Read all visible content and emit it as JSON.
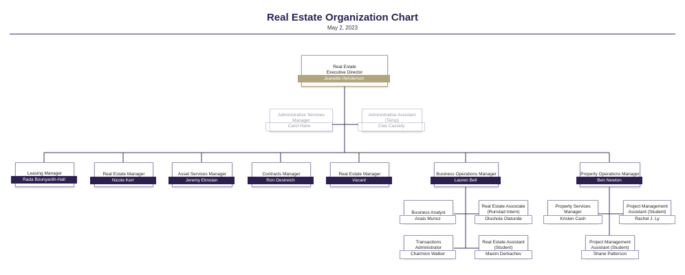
{
  "header": {
    "title": "Real Estate Organization Chart",
    "date": "May 2, 2023"
  },
  "colors": {
    "accent": "#2d1f52",
    "gold": "#b2a47b",
    "line": "#3a2f66"
  },
  "executive": {
    "title_line1": "Real Estate",
    "title_line2": "Executive Director",
    "name": "Jeanette Henderson"
  },
  "assistants": [
    {
      "title_line1": "Administrative Services",
      "title_line2": "Manager",
      "name": "Carol Haire"
    },
    {
      "title_line1": "Administrative Assistant",
      "title_line2": "(Temp)",
      "name": "Clair Cassidy"
    }
  ],
  "managers": [
    {
      "title": "Leasing Manager",
      "name": "Rada Bounyarith-Hall"
    },
    {
      "title": "Real Estate Manager",
      "name": "Nicole Kerr"
    },
    {
      "title": "Asset Services Manager",
      "name": "Jeremy Eknoian"
    },
    {
      "title": "Contracts Manager",
      "name": "Ron Oestreich"
    },
    {
      "title": "Real Estate Manager",
      "name": "Vacant"
    },
    {
      "title": "Business Operations Manager",
      "name": "Lauren Bell"
    },
    {
      "title": "Property Operations Manager",
      "name": "Ben Newton"
    }
  ],
  "business_ops_staff": [
    {
      "title_line1": "Business Analyst",
      "title_line2": "",
      "name": "Anais Munoz"
    },
    {
      "title_line1": "Real Estate Associate",
      "title_line2": "(Runstad Intern)",
      "name": "Olushola Olatunde"
    },
    {
      "title_line1": "Transactions",
      "title_line2": "Administrator",
      "name": "Charmion Walker"
    },
    {
      "title_line1": "Real Estate Assistant",
      "title_line2": "(Student)",
      "name": "Maxim Derkachev"
    }
  ],
  "property_ops_staff": [
    {
      "title_line1": "Property Services",
      "title_line2": "Manager",
      "name": "Kristen Cash"
    },
    {
      "title_line1": "Project Management",
      "title_line2": "Assistant (Student)",
      "name": "Rachel J. Ly"
    },
    {
      "title_line1": "Project Management",
      "title_line2": "Assistant (Student)",
      "name": "Shane Patterson"
    }
  ]
}
